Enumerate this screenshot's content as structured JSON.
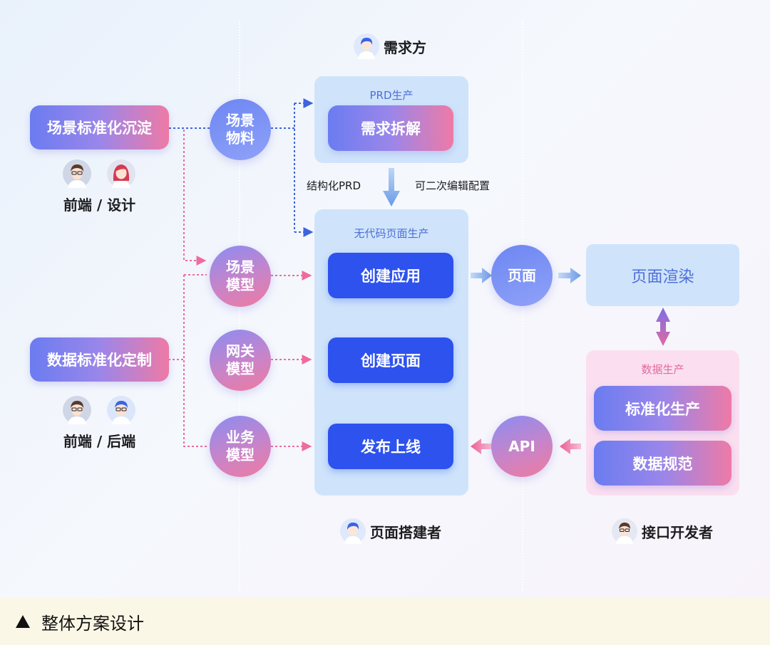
{
  "roles": {
    "demand": "需求方",
    "page_builder": "页面搭建者",
    "api_dev": "接口开发者"
  },
  "left": {
    "scene_standard": "场景标准化沉淀",
    "data_standard": "数据标准化定制",
    "team_top": "前端 / 设计",
    "team_bottom": "前端 / 后端"
  },
  "circles": {
    "scene_material": "场景\n物料",
    "scene_model": "场景\n模型",
    "gateway_model": "网关\n模型",
    "business_model": "业务\n模型",
    "page": "页面",
    "api": "API"
  },
  "prd": {
    "title": "PRD生产",
    "item": "需求拆解"
  },
  "labels": {
    "structured_prd": "结构化PRD",
    "editable_config": "可二次编辑配置"
  },
  "nocode": {
    "title": "无代码页面生产",
    "steps": [
      "创建应用",
      "创建页面",
      "发布上线"
    ]
  },
  "render": {
    "label": "页面渲染"
  },
  "data_prod": {
    "title": "数据生产",
    "items": [
      "标准化生产",
      "数据规范"
    ]
  },
  "footer": {
    "caption": "整体方案设计"
  },
  "icons": {
    "avatar": "avatar-icon",
    "arrow": "arrow-icon",
    "triangle": "triangle-up-icon"
  },
  "colors": {
    "blue_line": "#3f63dd",
    "pink_line": "#ef6aa0",
    "step_blue": "#2d52ee"
  }
}
